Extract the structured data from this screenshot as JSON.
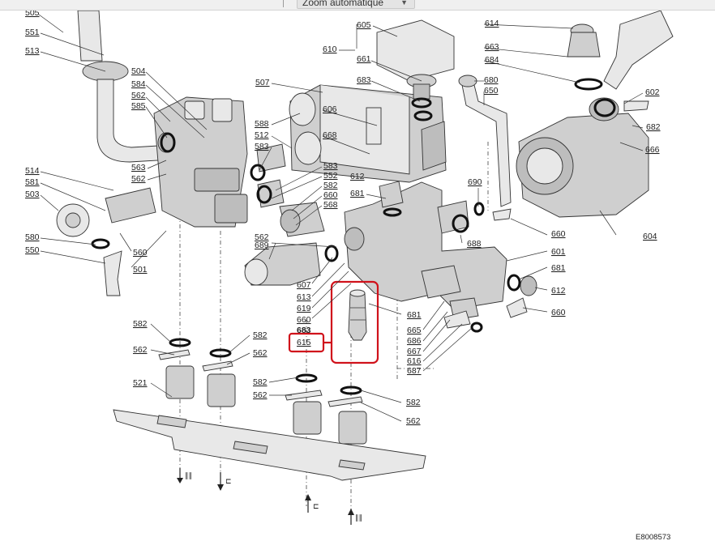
{
  "viewer": {
    "zoom_label": "Zoom automatique"
  },
  "diagram": {
    "labels": {
      "l505": "505",
      "l551": "551",
      "l513": "513",
      "l504": "504",
      "l584": "584",
      "l562a": "562",
      "l585": "585",
      "l507": "507",
      "l605": "605",
      "l610": "610",
      "l661": "661",
      "l683a": "683",
      "l614": "614",
      "l663": "663",
      "l684": "684",
      "l680": "680",
      "l650": "650",
      "l602": "602",
      "l588": "588",
      "l606": "606",
      "l512": "512",
      "l583a": "583",
      "l668": "668",
      "l682": "682",
      "l666": "666",
      "l514": "514",
      "l581": "581",
      "l503": "503",
      "l563": "563",
      "l562b": "562",
      "l583b": "583",
      "l552": "552",
      "l582a": "582",
      "l660a": "660",
      "l568": "568",
      "l612a": "612",
      "l681a": "681",
      "l690": "690",
      "l604": "604",
      "l580": "580",
      "l550": "550",
      "l560": "560",
      "l501": "501",
      "l562c": "562",
      "l689": "689",
      "l688": "688",
      "l660b": "660",
      "l601": "601",
      "l681b": "681",
      "l612b": "612",
      "l660c": "660",
      "l607": "607",
      "l613": "613",
      "l619": "619",
      "l660d": "660",
      "l683b": "683",
      "l615": "615",
      "l681c": "681",
      "l665": "665",
      "l686": "686",
      "l667": "667",
      "l616": "616",
      "l687": "687",
      "l582b": "582",
      "l582c": "582",
      "l562d": "562",
      "l562e": "562",
      "l521": "521",
      "l582d": "582",
      "l562f": "562",
      "l582e": "582",
      "l562g": "562",
      "ref": "E8008573"
    }
  }
}
